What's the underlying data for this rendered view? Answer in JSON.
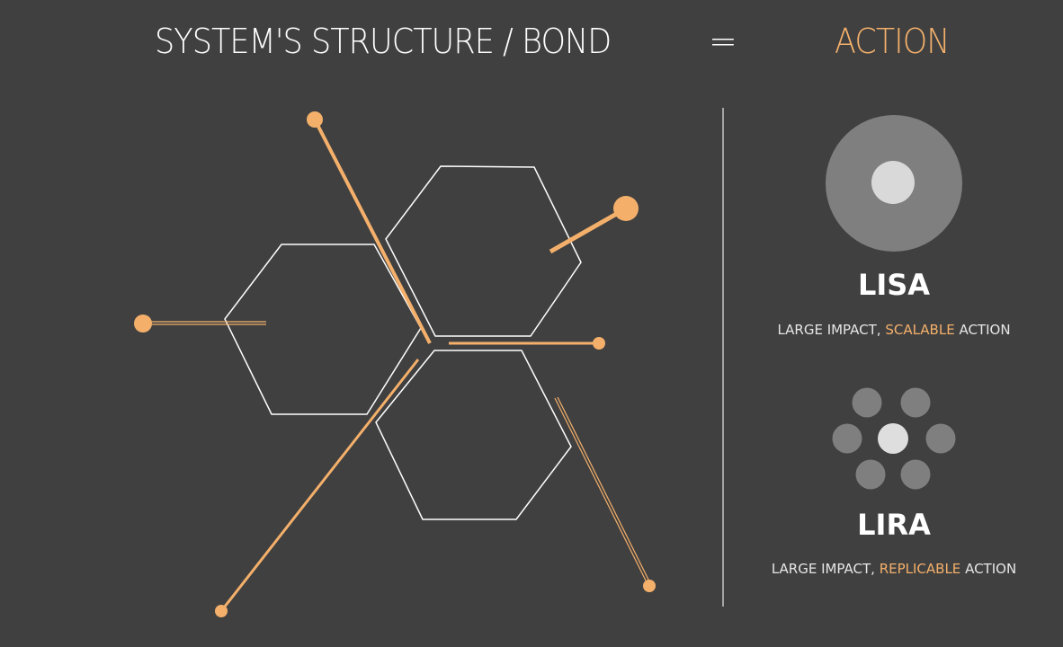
{
  "header": {
    "left": "SYSTEM'S STRUCTURE / BOND",
    "equals": "=",
    "right": "ACTION"
  },
  "colors": {
    "accent": "#f4b06b",
    "background": "#404040",
    "dot_gray": "#7f7f7f",
    "dot_light": "#d9d9d9"
  },
  "lisa": {
    "name": "LISA",
    "caption_pre": "LARGE IMPACT,",
    "caption_highlight": "SCALABLE",
    "caption_post": "ACTION"
  },
  "lira": {
    "name": "LIRA",
    "caption_pre": "LARGE IMPACT,",
    "caption_highlight": "REPLICABLE",
    "caption_post": "ACTION"
  }
}
